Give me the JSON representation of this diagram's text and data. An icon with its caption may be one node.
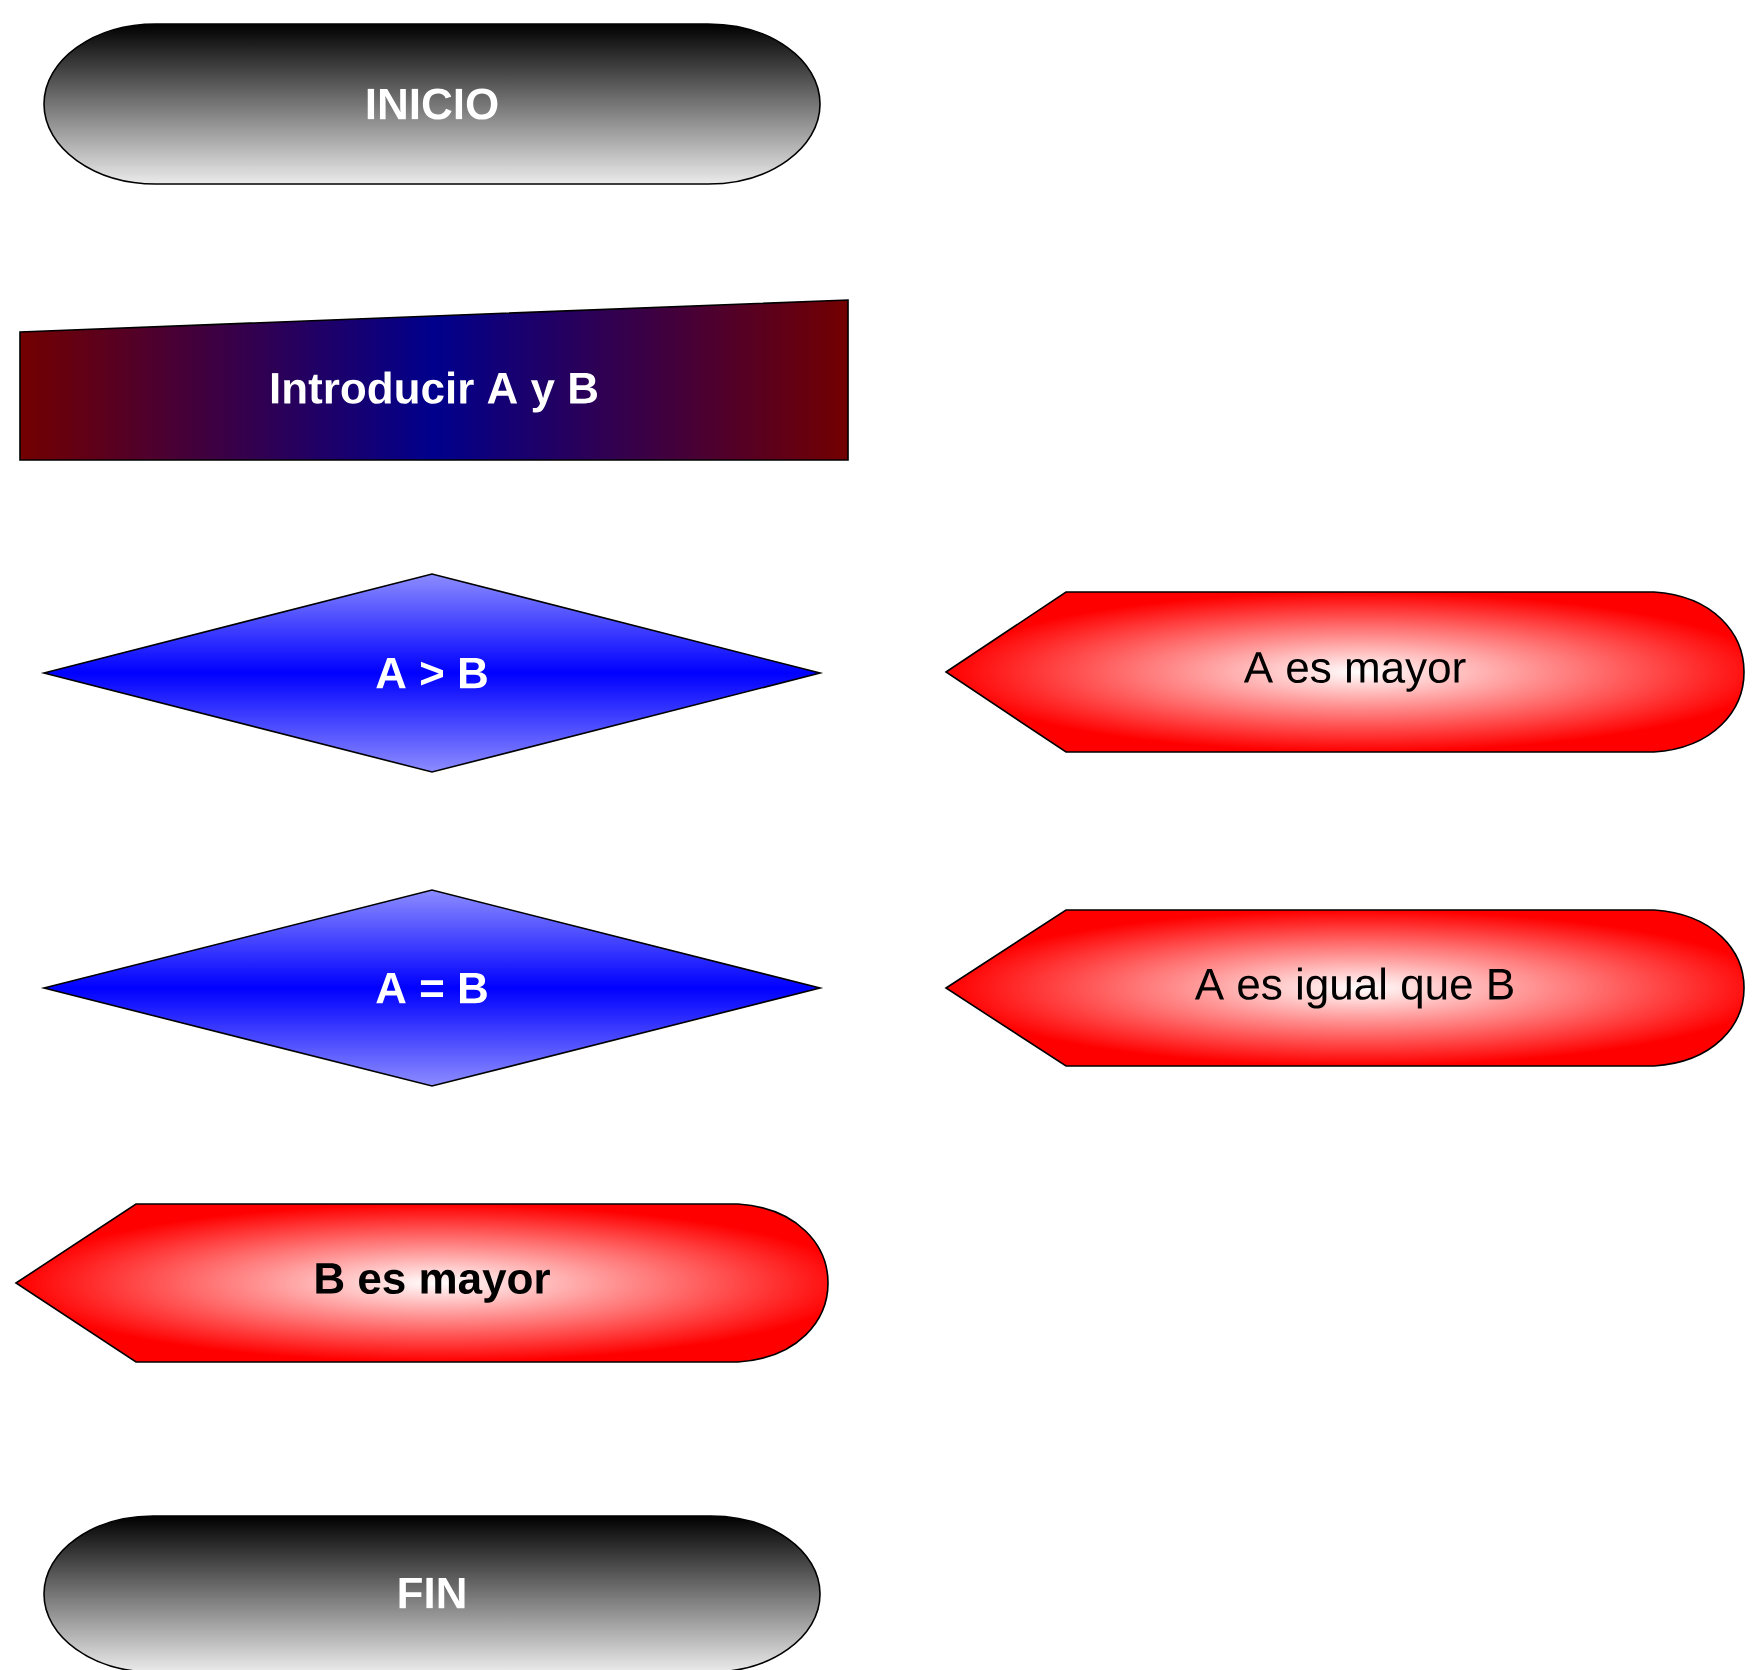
{
  "diagram": {
    "nodes": [
      {
        "text": [
          "INICIO"
        ]
      },
      {
        "text": [
          "Introducir A y B"
        ]
      },
      {
        "text": [
          "A > B"
        ]
      },
      {
        "text": [
          "A es mayor"
        ]
      },
      {
        "text": [
          "A = B"
        ]
      },
      {
        "text": [
          "A es igual que B"
        ]
      },
      {
        "text": [
          "B es mayor"
        ]
      },
      {
        "text": [
          "FIN"
        ]
      }
    ]
  }
}
